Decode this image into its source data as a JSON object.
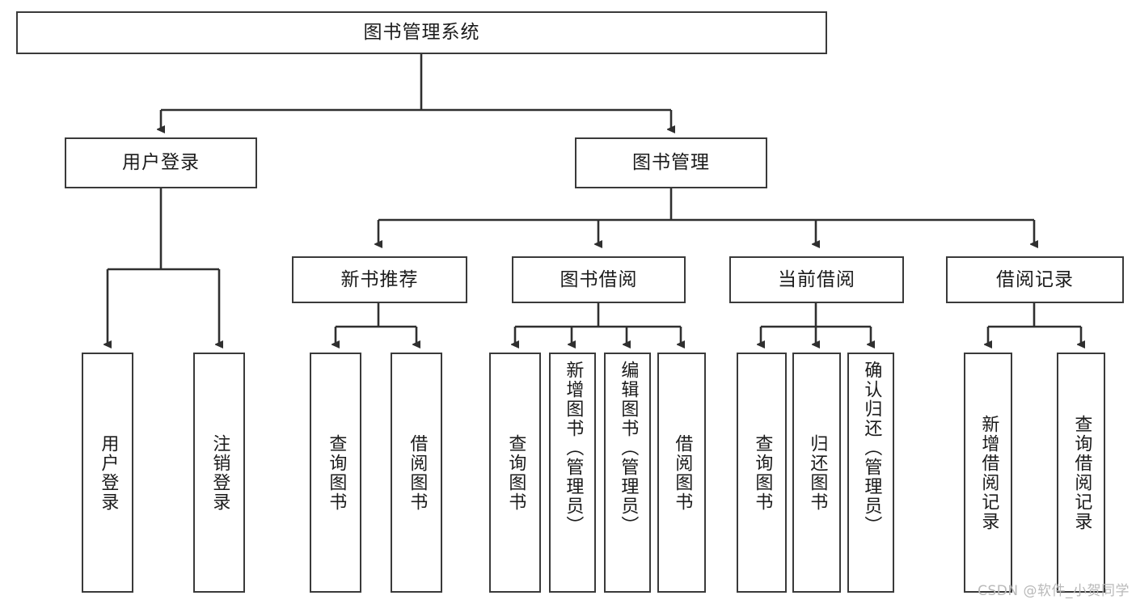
{
  "diagram": {
    "kind": "tree-hierarchy-chart",
    "title": "图书管理系统",
    "watermark": "CSDN @软件_小贺同学",
    "colors": {
      "box_border": "#3a3a3a",
      "connector": "#2f2f2f",
      "background": "#ffffff",
      "text": "#1b1b1b",
      "watermark": "#b9b9b9"
    },
    "root": {
      "label": "图书管理系统"
    },
    "level2": [
      {
        "label": "用户登录"
      },
      {
        "label": "图书管理"
      }
    ],
    "level3": [
      {
        "label": "新书推荐"
      },
      {
        "label": "图书借阅"
      },
      {
        "label": "当前借阅"
      },
      {
        "label": "借阅记录"
      }
    ],
    "leaves": {
      "user_login": [
        {
          "label": "用户登录"
        },
        {
          "label": "注销登录"
        }
      ],
      "new_book_recommend": [
        {
          "label": "查询图书"
        },
        {
          "label": "借阅图书"
        }
      ],
      "book_borrow": [
        {
          "label": "查询图书"
        },
        {
          "label": "新增图书（管理员）"
        },
        {
          "label": "编辑图书（管理员）"
        },
        {
          "label": "借阅图书"
        }
      ],
      "current_borrow": [
        {
          "label": "查询图书"
        },
        {
          "label": "归还图书"
        },
        {
          "label": "确认归还（管理员）"
        }
      ],
      "borrow_record": [
        {
          "label": "新增借阅记录"
        },
        {
          "label": "查询借阅记录"
        }
      ]
    }
  }
}
